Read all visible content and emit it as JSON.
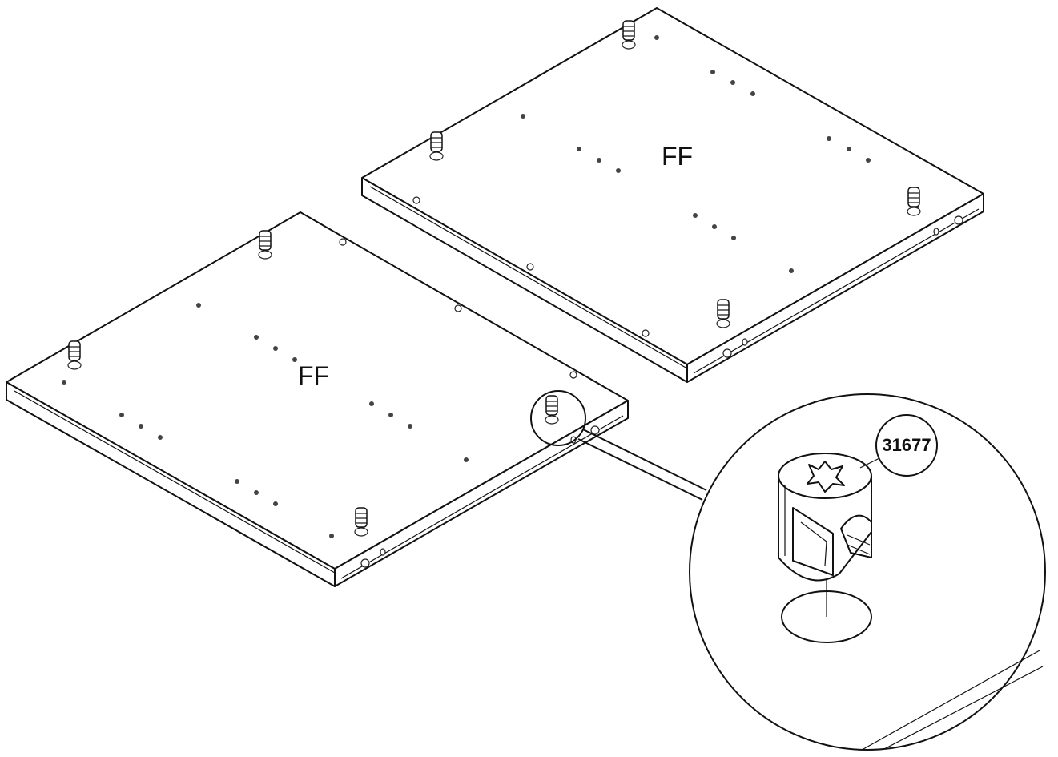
{
  "panels": [
    {
      "label": "FF"
    },
    {
      "label": "FF"
    }
  ],
  "callout": {
    "part_number": "31677"
  },
  "colors": {
    "line": "#111111",
    "background": "#ffffff"
  }
}
